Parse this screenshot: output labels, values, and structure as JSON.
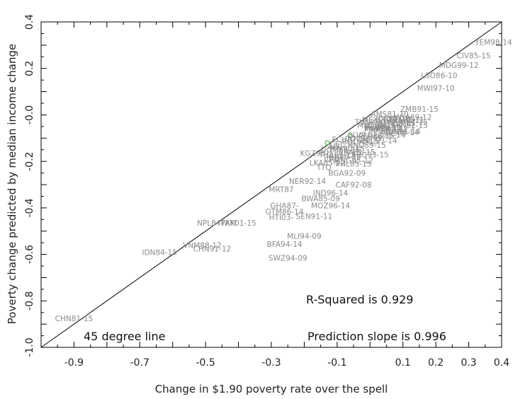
{
  "chart_data": {
    "type": "scatter",
    "xlabel": "Change in $1.90 poverty rate over the spell",
    "ylabel": "Poverty change predicted by median income change",
    "xlim": [
      -1.0,
      0.4
    ],
    "ylim": [
      -1.0,
      0.4
    ],
    "x_ticks": [
      "-0.9",
      "-0.7",
      "-0.5",
      "-0.3",
      "-0.1",
      "0.1",
      "0.2",
      "0.3",
      "0.4"
    ],
    "x_tick_values": [
      -0.9,
      -0.7,
      -0.5,
      -0.3,
      -0.1,
      0.1,
      0.2,
      0.3,
      0.4
    ],
    "y_ticks": [
      "-1.0",
      "-0.8",
      "-0.6",
      "-0.4",
      "-0.2",
      "-0.0",
      "0.2",
      "0.4"
    ],
    "y_tick_values": [
      -1.0,
      -0.8,
      -0.6,
      -0.4,
      -0.2,
      0.0,
      0.2,
      0.4
    ],
    "grid": false,
    "reference_line": {
      "x": [
        -1.0,
        0.4
      ],
      "y": [
        -1.0,
        0.4
      ],
      "label": "45 degree line"
    },
    "annotations": {
      "r_squared": "R-Squared is 0.929",
      "slope": "Prediction slope is 0.996",
      "line_label": "45 degree line"
    },
    "label_color": "#8a8a8a",
    "points": [
      {
        "label": "YEM98-14",
        "x": 0.375,
        "y": 0.313
      },
      {
        "label": "CIV85-15",
        "x": 0.315,
        "y": 0.255
      },
      {
        "label": "MDG99-12",
        "x": 0.27,
        "y": 0.215
      },
      {
        "label": "LSO86-10",
        "x": 0.21,
        "y": 0.17
      },
      {
        "label": "MWI97-10",
        "x": 0.2,
        "y": 0.115
      },
      {
        "label": "ZMB91-15",
        "x": 0.15,
        "y": 0.025
      },
      {
        "label": "PAN95",
        "x": 0.02,
        "y": -0.06
      },
      {
        "label": "SLV9",
        "x": -0.04,
        "y": -0.085
      },
      {
        "label": "EC",
        "x": -0.09,
        "y": -0.125
      },
      {
        "label": "AFI",
        "x": -0.11,
        "y": -0.135
      },
      {
        "label": "KGZ98-",
        "x": -0.17,
        "y": -0.165
      },
      {
        "label": "CRI",
        "x": -0.12,
        "y": -0.19
      },
      {
        "label": "ARG93-15",
        "x": 0.0,
        "y": -0.17
      },
      {
        "label": "TTO",
        "x": -0.14,
        "y": -0.225
      },
      {
        "label": "MNG95-12",
        "x": -0.05,
        "y": -0.195
      },
      {
        "label": "BGA92-09",
        "x": -0.07,
        "y": -0.25
      },
      {
        "label": "NER92-14",
        "x": -0.19,
        "y": -0.285
      },
      {
        "label": "CAF92-08",
        "x": -0.05,
        "y": -0.3
      },
      {
        "label": "MRT87",
        "x": -0.27,
        "y": -0.32
      },
      {
        "label": "IND96-14",
        "x": -0.12,
        "y": -0.335
      },
      {
        "label": "BWA85-09",
        "x": -0.15,
        "y": -0.36
      },
      {
        "label": "GHA87-",
        "x": -0.26,
        "y": -0.39
      },
      {
        "label": "MOZ96-14",
        "x": -0.12,
        "y": -0.39
      },
      {
        "label": "GTM86-14",
        "x": -0.26,
        "y": -0.415
      },
      {
        "label": "HTI03-",
        "x": -0.27,
        "y": -0.44
      },
      {
        "label": "SEN91-11",
        "x": -0.17,
        "y": -0.435
      },
      {
        "label": "NPL84",
        "x": -0.49,
        "y": -0.465
      },
      {
        "label": "TKM",
        "x": -0.43,
        "y": -0.465
      },
      {
        "label": "PAK01-15",
        "x": -0.4,
        "y": -0.465
      },
      {
        "label": "MLI94-09",
        "x": -0.2,
        "y": -0.52
      },
      {
        "label": "VNM88-12",
        "x": -0.51,
        "y": -0.56
      },
      {
        "label": "CHN91-12",
        "x": -0.48,
        "y": -0.575
      },
      {
        "label": "BFA94-14",
        "x": -0.26,
        "y": -0.555
      },
      {
        "label": "IDN84-15",
        "x": -0.64,
        "y": -0.59
      },
      {
        "label": "SWZ94-09",
        "x": -0.25,
        "y": -0.615
      },
      {
        "label": "CHN81-15",
        "x": -0.9,
        "y": -0.875
      },
      {
        "label": "AMS81-10",
        "x": 0.06,
        "y": 0.005
      },
      {
        "label": "MEX",
        "x": 0.0,
        "y": -0.02
      },
      {
        "label": "MKD98-15",
        "x": 0.02,
        "y": -0.045
      },
      {
        "label": "ALB96-15",
        "x": 0.04,
        "y": -0.05
      },
      {
        "label": "BEN03-15",
        "x": 0.08,
        "y": -0.035
      },
      {
        "label": "GIN91-14",
        "x": 0.1,
        "y": -0.07
      },
      {
        "label": "TZA91-11",
        "x": 0.11,
        "y": -0.02
      },
      {
        "label": "UGA89-12",
        "x": 0.13,
        "y": -0.01
      },
      {
        "label": "KEN92-15",
        "x": 0.12,
        "y": -0.045
      },
      {
        "label": "LAO92-12",
        "x": 0.06,
        "y": -0.06
      },
      {
        "label": "ARM96-14",
        "x": 0.09,
        "y": -0.075
      },
      {
        "label": "GEO96-14",
        "x": 0.05,
        "y": -0.085
      },
      {
        "label": "PER86-15",
        "x": 0.02,
        "y": -0.09
      },
      {
        "label": "COL92-15",
        "x": -0.02,
        "y": -0.1
      },
      {
        "label": "BOL91-15",
        "x": -0.03,
        "y": -0.115
      },
      {
        "label": "ECU87-14",
        "x": -0.06,
        "y": -0.105
      },
      {
        "label": "NIC93-14",
        "x": 0.03,
        "y": -0.11
      },
      {
        "label": "HND89-15",
        "x": -0.01,
        "y": -0.13
      },
      {
        "label": "PRY90-15",
        "x": -0.07,
        "y": -0.145
      },
      {
        "label": "DOM86-15",
        "x": -0.09,
        "y": -0.15
      },
      {
        "label": "BRA81-15",
        "x": -0.04,
        "y": -0.16
      },
      {
        "label": "THA81-13",
        "x": -0.1,
        "y": -0.17
      },
      {
        "label": "IRN86-13",
        "x": -0.08,
        "y": -0.18
      },
      {
        "label": "PHL85-15",
        "x": -0.05,
        "y": -0.21
      },
      {
        "label": "LKA85-12",
        "x": -0.13,
        "y": -0.205
      },
      {
        "label": "EGY91-15",
        "x": 0.08,
        "y": -0.02
      },
      {
        "label": "TUN85-10",
        "x": 0.01,
        "y": -0.03
      },
      {
        "label": "MAR85-13",
        "x": 0.04,
        "y": -0.06
      },
      {
        "label": "JOR87-10",
        "x": 0.07,
        "y": -0.015
      },
      {
        "label": "TUR87-15",
        "x": 0.12,
        "y": -0.03
      }
    ]
  }
}
